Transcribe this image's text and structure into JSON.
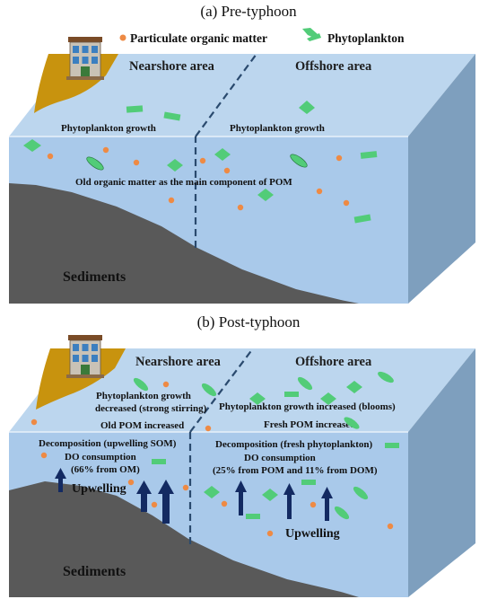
{
  "legend": {
    "pom_label": "Particulate organic matter",
    "phyto_label": "Phytoplankton"
  },
  "colors": {
    "water_top": "#bcd6ee",
    "water_front": "#a9c9ea",
    "water_side": "#7e9fbe",
    "sediment": "#595959",
    "land": "#c8930e",
    "pom": "#ee8a44",
    "phyto": "#52cc78",
    "arrow": "#132a62",
    "divider": "#2a4a6e"
  },
  "panel_a": {
    "caption": "(a) Pre-typhoon",
    "nearshore": "Nearshore area",
    "offshore": "Offshore area",
    "near_growth": "Phytoplankton growth",
    "off_growth": "Phytoplankton growth",
    "pom_note": "Old organic matter as the main component of POM",
    "sediments": "Sediments"
  },
  "panel_b": {
    "caption": "(b) Post-typhoon",
    "nearshore": "Nearshore area",
    "offshore": "Offshore area",
    "near_growth_1": "Phytoplankton growth",
    "near_growth_2": "decreased (strong stirring)",
    "near_pom": "Old POM increased",
    "off_growth": "Phytoplankton growth increased (blooms)",
    "off_pom": "Fresh POM increased",
    "near_decomp": "Decomposition (upwelling SOM)",
    "near_do": "DO consumption",
    "near_do_pct": "(66% from OM)",
    "off_decomp": "Decomposition (fresh phytoplankton)",
    "off_do": "DO consumption",
    "off_do_pct": "(25% from POM and 11% from DOM)",
    "upwelling_left": "Upwelling",
    "upwelling_right": "Upwelling",
    "sediments": "Sediments"
  }
}
